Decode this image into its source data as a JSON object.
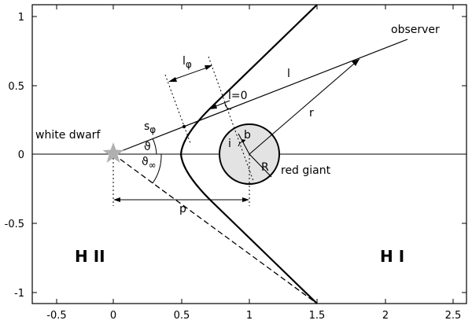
{
  "axes": {
    "x_ticks": [
      "-0.5",
      "0",
      "0.5",
      "1",
      "1.5",
      "2",
      "2.5"
    ],
    "y_ticks": [
      "1",
      "0.5",
      "0",
      "-0.5",
      "-1"
    ]
  },
  "labels": {
    "white_dwarf": "white dwarf",
    "red_giant": "red giant",
    "observer": "observer",
    "l": "l",
    "l_zero": "l=0",
    "r": "r",
    "R": "R",
    "b": "b",
    "i": "i",
    "p": "p",
    "l_phi": "l",
    "l_phi_sub": "φ",
    "s_phi": "s",
    "s_phi_sub": "φ",
    "theta": "ϑ",
    "theta_inf": "ϑ",
    "theta_inf_sub": "∞",
    "hii": "H II",
    "hi": "H I"
  },
  "colors": {
    "ink": "#000000",
    "giant_fill": "#e3e3e3",
    "star": "#b0b0b0"
  },
  "icons": {
    "white_dwarf_marker": "star-icon"
  }
}
